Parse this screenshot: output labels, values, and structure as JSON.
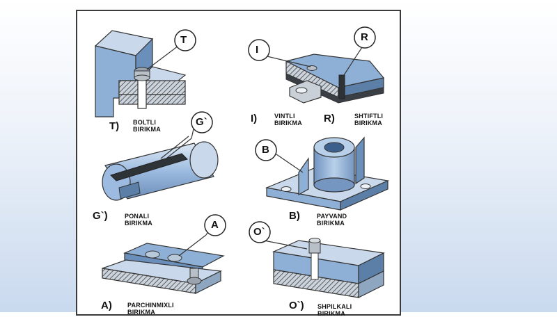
{
  "callouts": {
    "t": "T",
    "i": "I",
    "r": "R",
    "g": "G`",
    "b": "B",
    "a": "A",
    "o": "O`"
  },
  "labels": {
    "t_letter": "T)",
    "t_cap": [
      "BOLTLI",
      "BIRIKMA"
    ],
    "i_letter": "I)",
    "i_cap": [
      "VINTLI",
      "BIRIKMA"
    ],
    "r_letter": "R)",
    "r_cap": [
      "SHTIFTLI",
      "BIRIKMA"
    ],
    "g_letter": "G`)",
    "g_cap": [
      "PONALI",
      "BIRIKMA"
    ],
    "b_letter": "B)",
    "b_cap": [
      "PAYVAND",
      "BIRIKMA"
    ],
    "a_letter": "A)",
    "a_cap": [
      "PARCHINMIXLI",
      "BIRIKMA"
    ],
    "o_letter": "O`)",
    "o_cap": [
      "SHPILKALI",
      "BIRIKMA"
    ]
  },
  "colors": {
    "blue": "#8fb0d6",
    "dark_blue": "#5c7fa8",
    "light": "#c9d8ea",
    "grey": "#b9c0c8",
    "hatch": "#3a3f46"
  }
}
